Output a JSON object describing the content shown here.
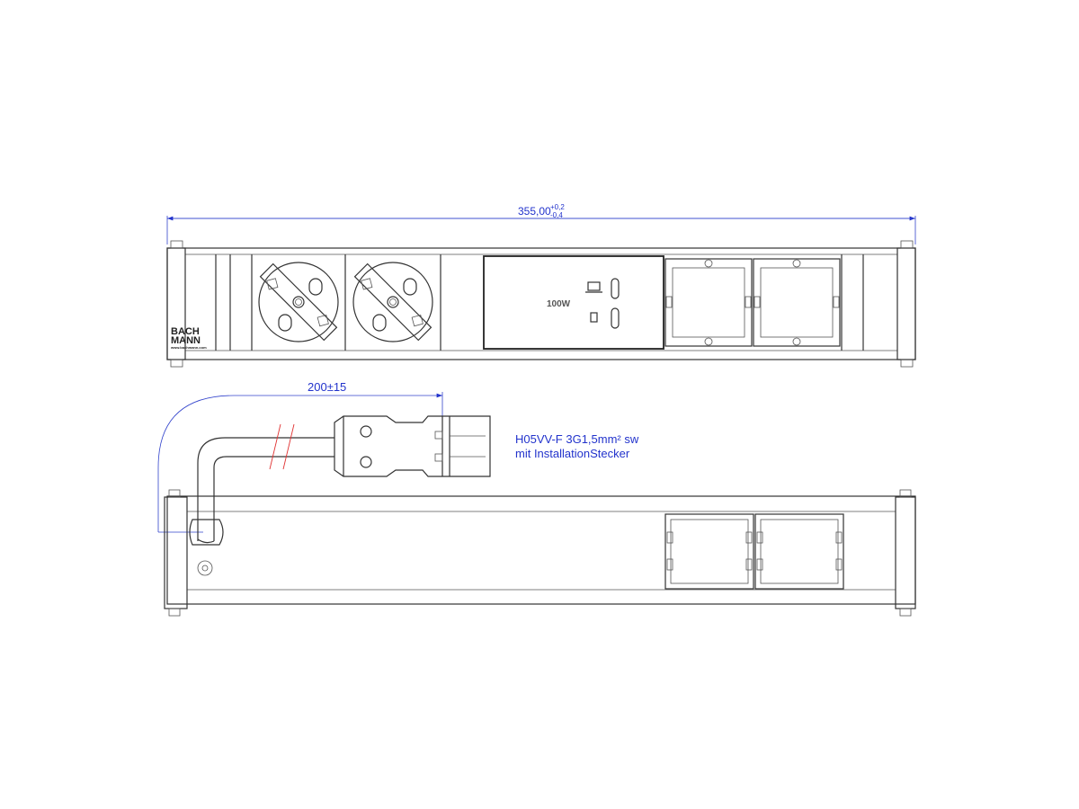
{
  "dimensions": {
    "length": "355,00",
    "tol_plus": "+0,2",
    "tol_minus": "-0,4",
    "cable_length": "200±15"
  },
  "logo": {
    "line1": "BACH",
    "line2": "MANN",
    "url": "www.bachmann.com"
  },
  "usb_module": {
    "power": "100W",
    "icon": "laptop-icon"
  },
  "cable": {
    "spec": "H05VV-F 3G1,5mm² sw",
    "connector": "mit InstallationStecker"
  },
  "colors": {
    "dimension": "#2233cc",
    "break_marks": "#e03030",
    "outline": "#333333"
  }
}
